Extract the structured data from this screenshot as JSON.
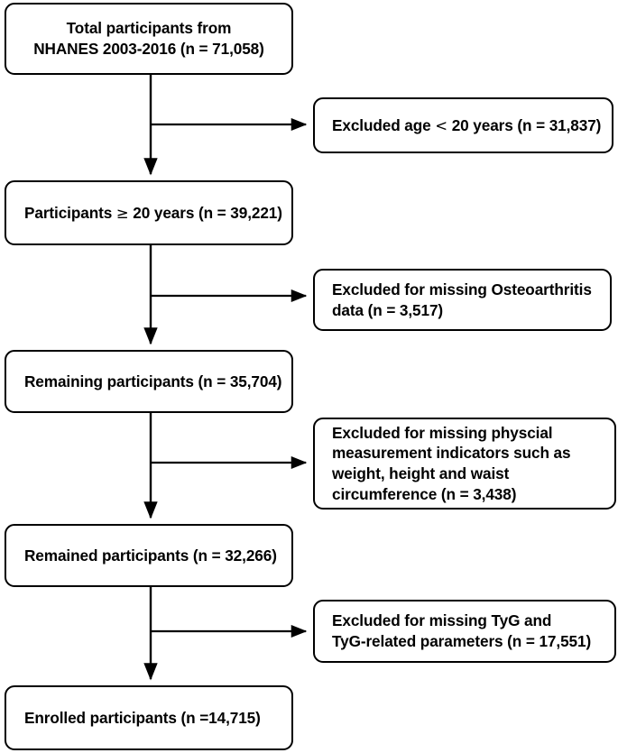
{
  "diagram": {
    "title": "NHANES participant selection flowchart",
    "stroke_color": "#000000",
    "background_color": "#ffffff",
    "nodes": {
      "total": {
        "id": "total-participants",
        "line1": "Total participants from",
        "line2": "NHANES 2003-2016  (n = 71,058)",
        "n": 71058
      },
      "excluded_age": {
        "id": "excluded-age",
        "prefix": "Excluded age ",
        "symbol": "<",
        "suffix": " 20 years (n = 31,837)",
        "n": 31837
      },
      "participants_20": {
        "id": "participants-20-plus",
        "prefix": "Participants ",
        "symbol": "≥",
        "suffix": " 20 years (n = 39,221)",
        "n": 39221
      },
      "excluded_oa": {
        "id": "excluded-osteoarthritis",
        "text": "Excluded for missing Osteoarthritis\ndata  (n = 3,517)",
        "n": 3517
      },
      "remaining": {
        "id": "remaining-participants",
        "text": "Remaining participants  (n = 35,704)",
        "n": 35704
      },
      "excluded_physical": {
        "id": "excluded-physical-measurement",
        "text": "Excluded for missing physcial\nmeasurement indicators such as\nweight, height and waist\ncircumference (n = 3,438)",
        "n": 3438
      },
      "remained": {
        "id": "remained-participants",
        "text": "Remained participants  (n = 32,266)",
        "n": 32266
      },
      "excluded_tyg": {
        "id": "excluded-tyg",
        "text": "Excluded for missing TyG and\nTyG-related parameters (n = 17,551)",
        "n": 17551
      },
      "enrolled": {
        "id": "enrolled-participants",
        "text": "Enrolled participants  (n =14,715)",
        "n": 14715
      }
    },
    "edges": [
      {
        "from": "total",
        "to": "participants_20",
        "kind": "vertical-arrow"
      },
      {
        "from": "total",
        "to": "excluded_age",
        "kind": "branch-right-arrow"
      },
      {
        "from": "participants_20",
        "to": "remaining",
        "kind": "vertical-arrow"
      },
      {
        "from": "participants_20",
        "to": "excluded_oa",
        "kind": "branch-right-arrow"
      },
      {
        "from": "remaining",
        "to": "remained",
        "kind": "vertical-arrow"
      },
      {
        "from": "remaining",
        "to": "excluded_physical",
        "kind": "branch-right-arrow"
      },
      {
        "from": "remained",
        "to": "enrolled",
        "kind": "vertical-arrow"
      },
      {
        "from": "remained",
        "to": "excluded_tyg",
        "kind": "branch-right-arrow"
      }
    ]
  }
}
